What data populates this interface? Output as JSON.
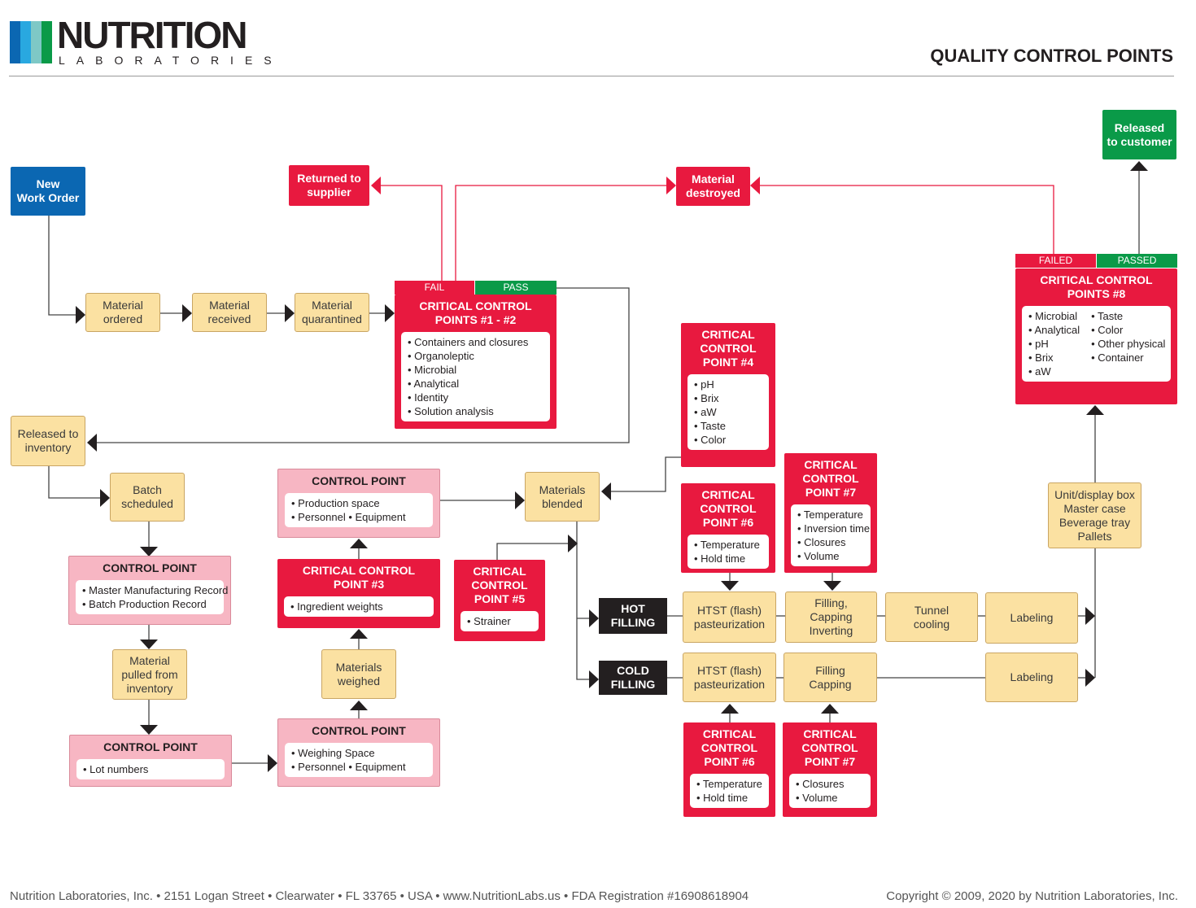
{
  "header": {
    "logo_word": "NUTRITION",
    "logo_sub": "LABORATORIES",
    "logo_colors": [
      "#0b67b2",
      "#29a8e0",
      "#7ec8c6",
      "#0a9a48"
    ],
    "title": "QUALITY CONTROL POINTS"
  },
  "colors": {
    "ccp": "#e8193f",
    "pass": "#0a9a48",
    "process": "#fbe1a2",
    "control_point": "#f7b6c3",
    "start": "#0b67b2",
    "filling": "#231f20"
  },
  "tabs": {
    "ccp12_fail": "FAIL",
    "ccp12_pass": "PASS",
    "ccp8_failed": "FAILED",
    "ccp8_passed": "PASSED"
  },
  "boxes": [
    {
      "id": "new_work_order",
      "kind": "start",
      "title": "New\nWork Order"
    },
    {
      "id": "material_ordered",
      "kind": "process",
      "title": "Material\nordered"
    },
    {
      "id": "material_received",
      "kind": "process",
      "title": "Material\nreceived"
    },
    {
      "id": "material_quarantined",
      "kind": "process",
      "title": "Material\nquarantined"
    },
    {
      "id": "ccp12",
      "kind": "ccp",
      "title": "CRITICAL CONTROL\nPOINTS #1 - #2",
      "items": [
        [
          "Containers and closures",
          "Organoleptic",
          "Microbial",
          "Analytical",
          "Identity",
          "Solution analysis"
        ]
      ]
    },
    {
      "id": "returned_to_supplier",
      "kind": "reject",
      "title": "Returned to\nsupplier"
    },
    {
      "id": "material_destroyed",
      "kind": "reject",
      "title": "Material\ndestroyed"
    },
    {
      "id": "released_to_customer",
      "kind": "end",
      "title": "Released\nto customer"
    },
    {
      "id": "ccp8",
      "kind": "ccp",
      "title": "CRITICAL CONTROL\nPOINTS #8",
      "items": [
        [
          "Microbial",
          "Analytical",
          "pH",
          "Brix",
          "aW"
        ],
        [
          "Taste",
          "Color",
          "Other physical",
          "Container"
        ]
      ]
    },
    {
      "id": "released_to_inventory",
      "kind": "process",
      "title": "Released to\ninventory"
    },
    {
      "id": "batch_scheduled",
      "kind": "process",
      "title": "Batch\nscheduled"
    },
    {
      "id": "cp_records",
      "kind": "cp",
      "title": "CONTROL POINT",
      "items": [
        [
          "Master Manufacturing Record",
          "Batch Production Record"
        ]
      ]
    },
    {
      "id": "material_pulled",
      "kind": "process",
      "title": "Material\npulled from\ninventory"
    },
    {
      "id": "cp_lot",
      "kind": "cp",
      "title": "CONTROL POINT",
      "items": [
        [
          "Lot numbers"
        ]
      ]
    },
    {
      "id": "cp_weighing",
      "kind": "cp",
      "title": "CONTROL POINT",
      "items": [
        [
          "Weighing Space",
          "Personnel • Equipment"
        ]
      ]
    },
    {
      "id": "materials_weighed",
      "kind": "process",
      "title": "Materials\nweighed"
    },
    {
      "id": "ccp3",
      "kind": "ccp",
      "title": "CRITICAL CONTROL\nPOINT #3",
      "items": [
        [
          "Ingredient weights"
        ]
      ]
    },
    {
      "id": "cp_production",
      "kind": "cp",
      "title": "CONTROL POINT",
      "items": [
        [
          "Production space",
          "Personnel • Equipment"
        ]
      ]
    },
    {
      "id": "materials_blended",
      "kind": "process",
      "title": "Materials\nblended"
    },
    {
      "id": "ccp4",
      "kind": "ccp",
      "title": "CRITICAL\nCONTROL\nPOINT #4",
      "items": [
        [
          "pH",
          "Brix",
          "aW",
          "Taste",
          "Color"
        ]
      ]
    },
    {
      "id": "ccp5",
      "kind": "ccp",
      "title": "CRITICAL\nCONTROL\nPOINT #5",
      "items": [
        [
          "Strainer"
        ]
      ]
    },
    {
      "id": "ccp6_top",
      "kind": "ccp",
      "title": "CRITICAL\nCONTROL\nPOINT #6",
      "items": [
        [
          "Temperature",
          "Hold time"
        ]
      ]
    },
    {
      "id": "ccp7_top",
      "kind": "ccp",
      "title": "CRITICAL\nCONTROL\nPOINT #7",
      "items": [
        [
          "Temperature",
          "Inversion time",
          "Closures",
          "Volume"
        ]
      ]
    },
    {
      "id": "hot_filling",
      "kind": "fill",
      "title": "HOT\nFILLING"
    },
    {
      "id": "cold_filling",
      "kind": "fill",
      "title": "COLD\nFILLING"
    },
    {
      "id": "htst_hot",
      "kind": "process",
      "title": "HTST (flash)\npasteurization"
    },
    {
      "id": "filling_capping_inverting",
      "kind": "process",
      "title": "Filling,\nCapping\nInverting"
    },
    {
      "id": "tunnel_cooling",
      "kind": "process",
      "title": "Tunnel\ncooling"
    },
    {
      "id": "labeling_hot",
      "kind": "process",
      "title": "Labeling"
    },
    {
      "id": "htst_cold",
      "kind": "process",
      "title": "HTST (flash)\npasteurization"
    },
    {
      "id": "filling_capping",
      "kind": "process",
      "title": "Filling\nCapping"
    },
    {
      "id": "labeling_cold",
      "kind": "process",
      "title": "Labeling"
    },
    {
      "id": "unit_display",
      "kind": "process",
      "title": "Unit/display box\nMaster case\nBeverage tray\nPallets"
    },
    {
      "id": "ccp6_bottom",
      "kind": "ccp",
      "title": "CRITICAL\nCONTROL\nPOINT #6",
      "items": [
        [
          "Temperature",
          "Hold time"
        ]
      ]
    },
    {
      "id": "ccp7_bottom",
      "kind": "ccp",
      "title": "CRITICAL\nCONTROL\nPOINT #7",
      "items": [
        [
          "Closures",
          "Volume"
        ]
      ]
    }
  ],
  "footer": {
    "address": "Nutrition Laboratories, Inc. • 2151 Logan Street • Clearwater • FL 33765 • USA • www.NutritionLabs.us • FDA Registration #16908618904",
    "copyright": "Copyright © 2009, 2020 by Nutrition Laboratories, Inc."
  }
}
